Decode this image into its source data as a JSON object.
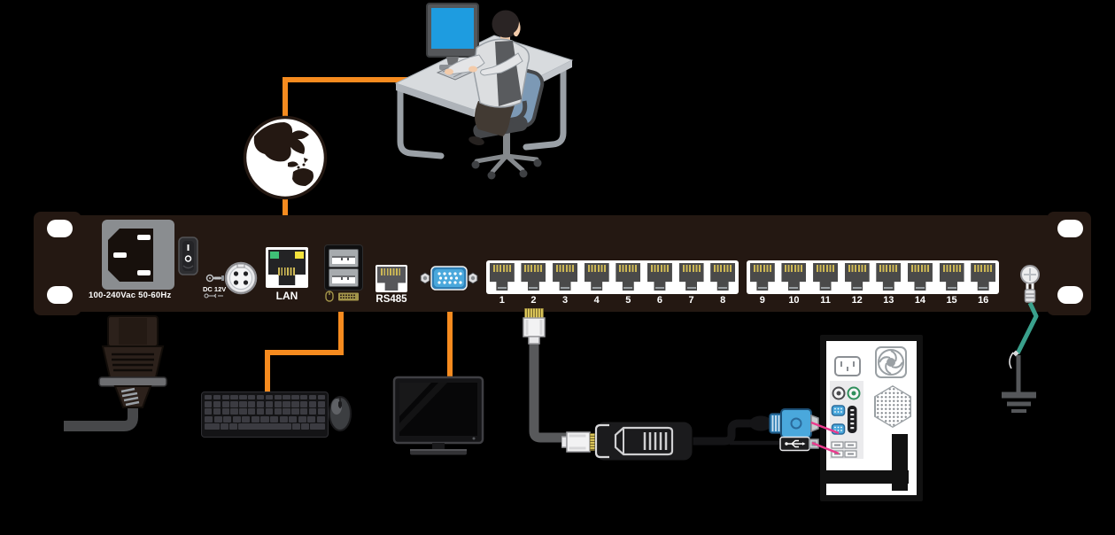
{
  "panel": {
    "power_rating_label": "100-240Vac 50-60Hz",
    "dc_input_label": "DC 12V",
    "lan_label": "LAN",
    "rs485_label": "RS485",
    "port_groups": [
      {
        "ports": [
          "1",
          "2",
          "3",
          "4",
          "5",
          "6",
          "7",
          "8"
        ]
      },
      {
        "ports": [
          "9",
          "10",
          "11",
          "12",
          "13",
          "14",
          "15",
          "16"
        ]
      }
    ]
  },
  "colors": {
    "background": "#000000",
    "panel_body": "#241812",
    "cable_orange": "#f68b1f",
    "cat5_cable_gray": "#58595b",
    "power_cord_gray": "#47484a",
    "ground_wire_green": "#3aa08c",
    "arrow_pink": "#ea3b8d",
    "vga_blue": "#4aa8dc",
    "lan_led_green": "#3fbf77",
    "lan_led_yellow": "#f2e23c",
    "rj45_pin_gold": "#cdb855",
    "workstation_screen_blue": "#1e9ce0"
  },
  "icons": {
    "globe": "globe-icon",
    "mouse": "mouse-icon",
    "keyboard": "keyboard-icon",
    "usb_trident": "usb-trident-icon",
    "ground": "ground-symbol-icon",
    "dc_polarity": "dc-polarity-icon",
    "fan": "fan-icon",
    "power_switch": "power-switch-icon"
  }
}
